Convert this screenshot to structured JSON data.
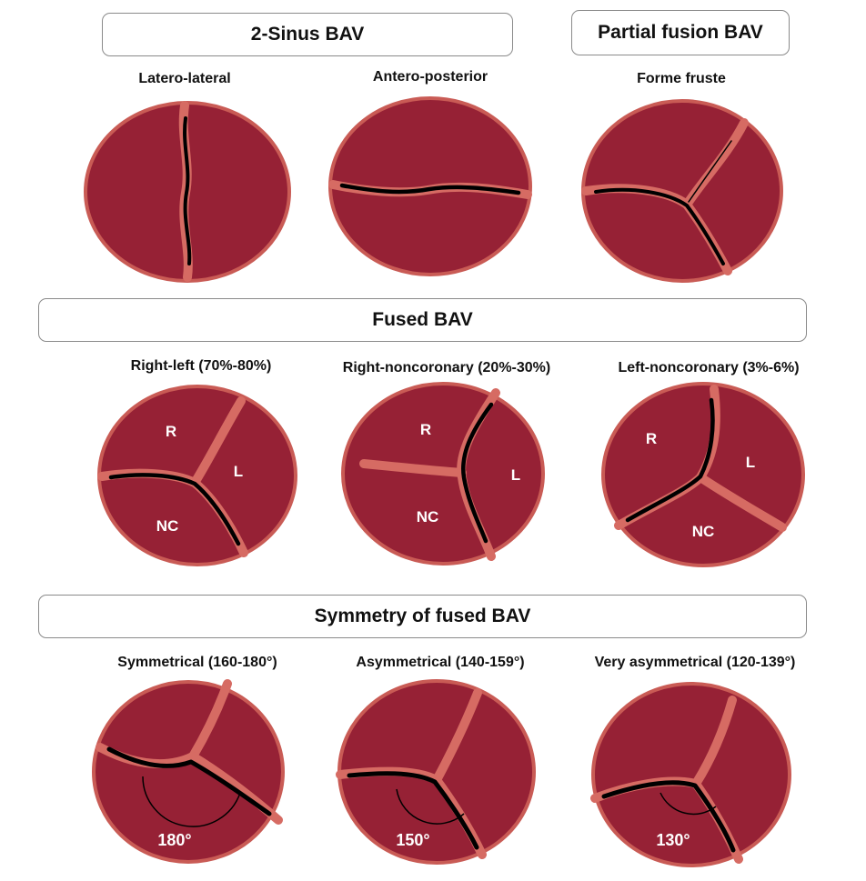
{
  "colors": {
    "leaflet_fill": "#962135",
    "raphe": "#d66b63",
    "outline": "#c95b55",
    "gap": "#000000",
    "text_on_valve": "#ffffff"
  },
  "headers": {
    "two_sinus": "2-Sinus BAV",
    "partial_fusion": "Partial fusion BAV",
    "fused": "Fused BAV",
    "symmetry": "Symmetry of fused BAV"
  },
  "valves": [
    {
      "id": "latero-lateral",
      "label": "Latero-lateral"
    },
    {
      "id": "antero-posterior",
      "label": "Antero-posterior"
    },
    {
      "id": "forme-fruste",
      "label": "Forme fruste"
    },
    {
      "id": "right-left",
      "label": "Right-left (70%-80%)",
      "leaflets": [
        "R",
        "L",
        "NC"
      ]
    },
    {
      "id": "right-noncoronary",
      "label": "Right-noncoronary (20%-30%)",
      "leaflets": [
        "R",
        "L",
        "NC"
      ]
    },
    {
      "id": "left-noncoronary",
      "label": "Left-noncoronary (3%-6%)",
      "leaflets": [
        "R",
        "L",
        "NC"
      ]
    },
    {
      "id": "symmetrical",
      "label": "Symmetrical (160-180°)",
      "angle": "180°"
    },
    {
      "id": "asymmetrical",
      "label": "Asymmetrical (140-159°)",
      "angle": "150°"
    },
    {
      "id": "very-asymmetrical",
      "label": "Very asymmetrical (120-139°)",
      "angle": "130°"
    }
  ]
}
